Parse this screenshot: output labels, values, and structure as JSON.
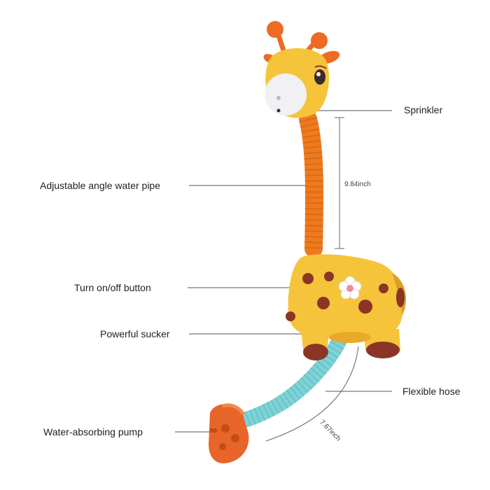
{
  "labels": {
    "sprinkler": "Sprinkler",
    "pipe": "Adjustable angle water pipe",
    "button": "Turn on/off button",
    "sucker": "Powerful sucker",
    "hose": "Flexible hose",
    "pump": "Water-absorbing pump"
  },
  "dimensions": {
    "pipe_length": "9.84inch",
    "hose_length": "7.67inch"
  },
  "colors": {
    "giraffe_yellow": "#f6c43a",
    "pipe_orange": "#ef7a1e",
    "horn_orange": "#ef6a22",
    "spot_brown": "#8a3525",
    "hose_teal": "#7ed3d6",
    "pump_orange": "#e8652a",
    "leader_line": "#555555"
  },
  "icons": [
    "giraffe-head",
    "giraffe-body",
    "flower-button-icon",
    "pump-icon"
  ]
}
